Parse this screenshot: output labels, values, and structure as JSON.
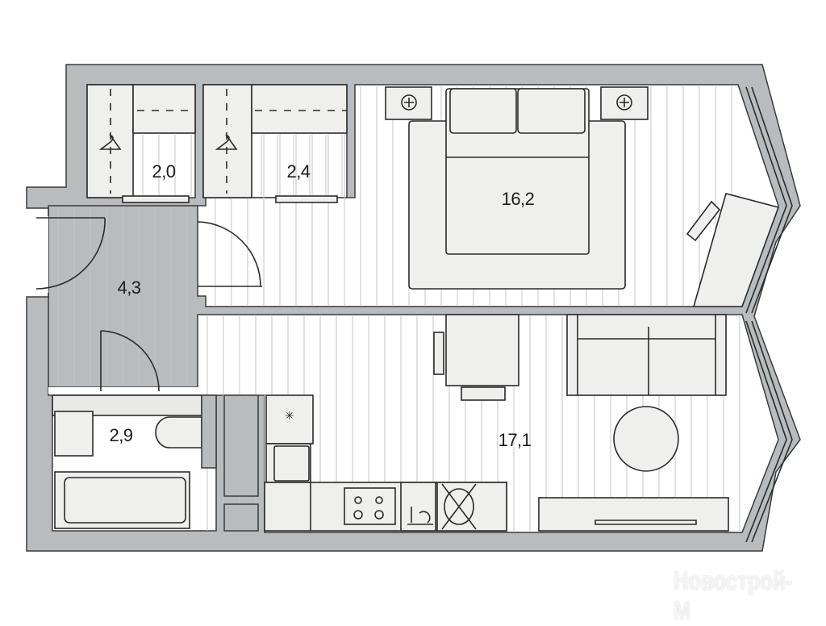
{
  "plan": {
    "rooms": [
      {
        "name": "wardrobe-1",
        "area": "2,0"
      },
      {
        "name": "wardrobe-2",
        "area": "2,4"
      },
      {
        "name": "bedroom",
        "area": "16,2"
      },
      {
        "name": "hallway",
        "area": "4,3"
      },
      {
        "name": "bathroom",
        "area": "2,9"
      },
      {
        "name": "kitchen-living",
        "area": "17,1"
      }
    ],
    "watermark": "Новострой-М"
  },
  "colors": {
    "wall": "#b9bcbe",
    "furniture": "#efefed",
    "floor": "#ffffff"
  }
}
